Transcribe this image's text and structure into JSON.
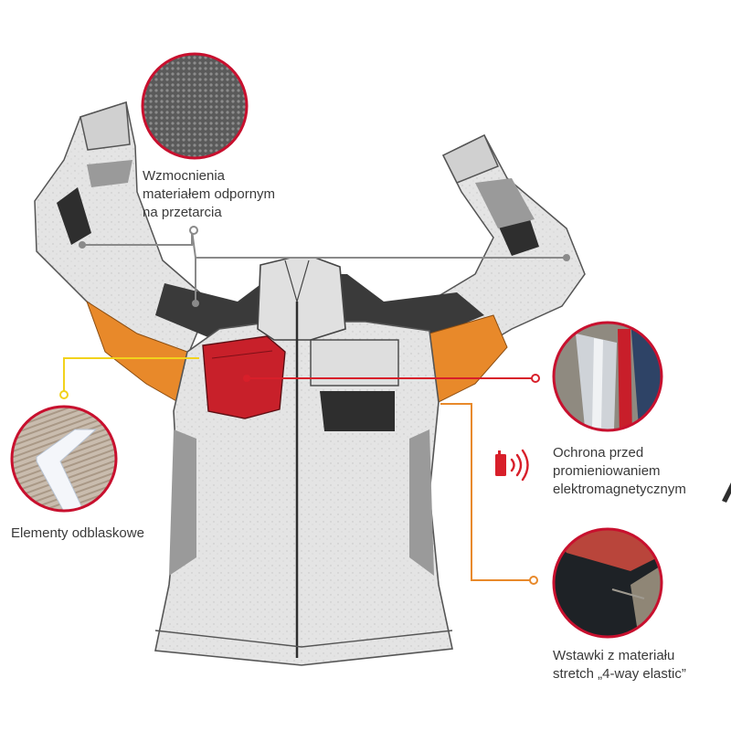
{
  "features": {
    "abrasion": {
      "lines": [
        "Wzmocnienia",
        "materiałem odpornym",
        "na przetarcia"
      ],
      "color": "#8a8a8a",
      "icon": "mesh-fabric-closeup-icon"
    },
    "reflective": {
      "lines": [
        "Elementy odblaskowe"
      ],
      "color": "#f2d21c",
      "icon": "reflective-tape-closeup-icon"
    },
    "emf": {
      "lines": [
        "Ochrona przed",
        "promieniowaniem",
        "elektromagnetycznym"
      ],
      "color": "#d81f2a",
      "icon": "phone-signal-icon"
    },
    "stretch": {
      "lines": [
        "Wstawki z materiału",
        "stretch „4-way elastic”"
      ],
      "color": "#e8892a",
      "icon": "stretch-insert-closeup-icon"
    }
  },
  "colors": {
    "accent": "#c8102e",
    "jacket": "#e6e6e6",
    "jacket_dark": "#3a3a3a",
    "orange_panel": "#e8892a",
    "red_pocket": "#c8202a"
  }
}
